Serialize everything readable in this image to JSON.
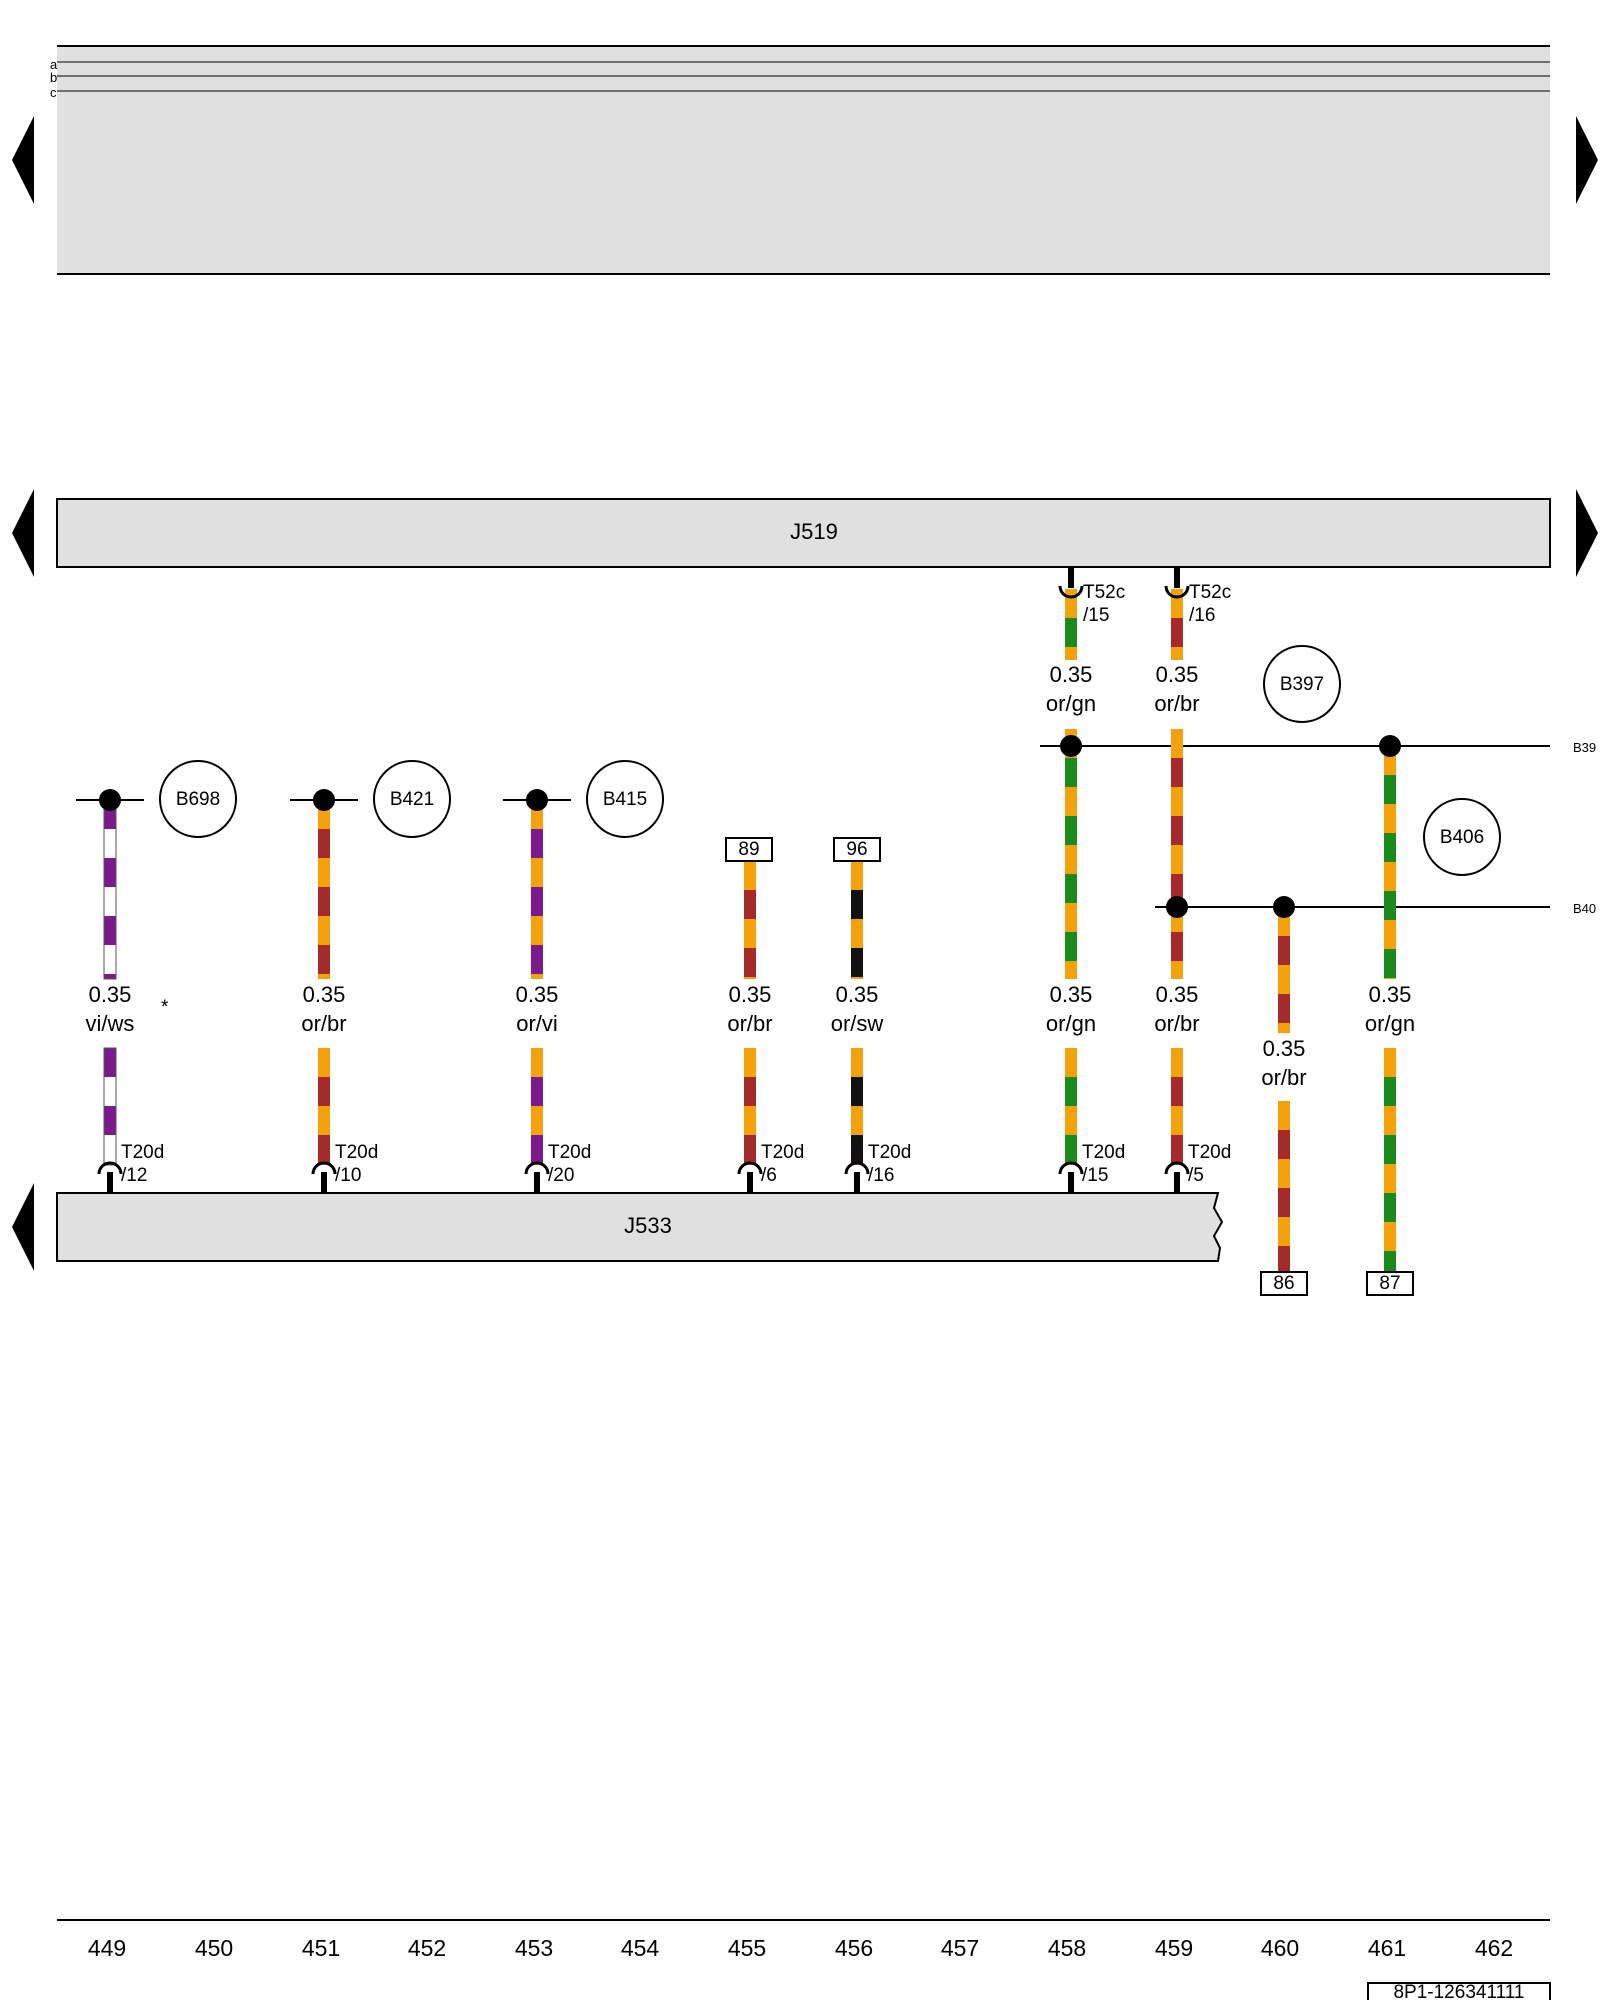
{
  "legend_rows": [
    "a",
    "b",
    "c"
  ],
  "components": {
    "top_bar": "J519",
    "bottom_bar": "J533"
  },
  "bus_labels": [
    "B397",
    "B406"
  ],
  "bus_edge_labels": [
    "B39",
    "B40"
  ],
  "connection_points": [
    {
      "id": "B698"
    },
    {
      "id": "B421"
    },
    {
      "id": "B415"
    },
    {
      "id": "B397"
    },
    {
      "id": "B406"
    }
  ],
  "references": [
    "89",
    "96",
    "86",
    "87"
  ],
  "wires": [
    {
      "size": "0.35",
      "color": "vi/ws",
      "note": "*",
      "pin": "T20d",
      "pin_no": "/12",
      "colors": [
        "#7b1a8c",
        "#ffffff"
      ]
    },
    {
      "size": "0.35",
      "color": "or/br",
      "pin": "T20d",
      "pin_no": "/10",
      "colors": [
        "#f5a10c",
        "#a52a2a"
      ]
    },
    {
      "size": "0.35",
      "color": "or/vi",
      "pin": "T20d",
      "pin_no": "/20",
      "colors": [
        "#f5a10c",
        "#7b1a8c"
      ]
    },
    {
      "size": "0.35",
      "color": "or/br",
      "pin": "T20d",
      "pin_no": "/6",
      "colors": [
        "#f5a10c",
        "#a52a2a"
      ]
    },
    {
      "size": "0.35",
      "color": "or/sw",
      "pin": "T20d",
      "pin_no": "/16",
      "colors": [
        "#f5a10c",
        "#111111"
      ]
    },
    {
      "size": "0.35",
      "color": "or/gn",
      "pin": "T20d",
      "pin_no": "/15",
      "top_size": "0.35",
      "top_color": "or/gn",
      "top_pin": "T52c",
      "top_pin_no": "/15",
      "colors": [
        "#f5a10c",
        "#1a8a1a"
      ]
    },
    {
      "size": "0.35",
      "color": "or/br",
      "pin": "T20d",
      "pin_no": "/5",
      "top_size": "0.35",
      "top_color": "or/br",
      "top_pin": "T52c",
      "top_pin_no": "/16",
      "colors": [
        "#f5a10c",
        "#a52a2a"
      ]
    },
    {
      "size": "0.35",
      "color": "or/br",
      "colors": [
        "#f5a10c",
        "#a52a2a"
      ]
    },
    {
      "size": "0.35",
      "color": "or/gn",
      "colors": [
        "#f5a10c",
        "#1a8a1a"
      ]
    }
  ],
  "columns": [
    "449",
    "450",
    "451",
    "452",
    "453",
    "454",
    "455",
    "456",
    "457",
    "458",
    "459",
    "460",
    "461",
    "462"
  ],
  "doc_id": "8P1-126341111",
  "colors": {
    "bar_fill": "#e0e0e0",
    "orange": "#f5a10c",
    "brown": "#a52a2a",
    "green": "#1a8a1a",
    "violet": "#7b1a8c",
    "black": "#111111",
    "white": "#ffffff"
  }
}
